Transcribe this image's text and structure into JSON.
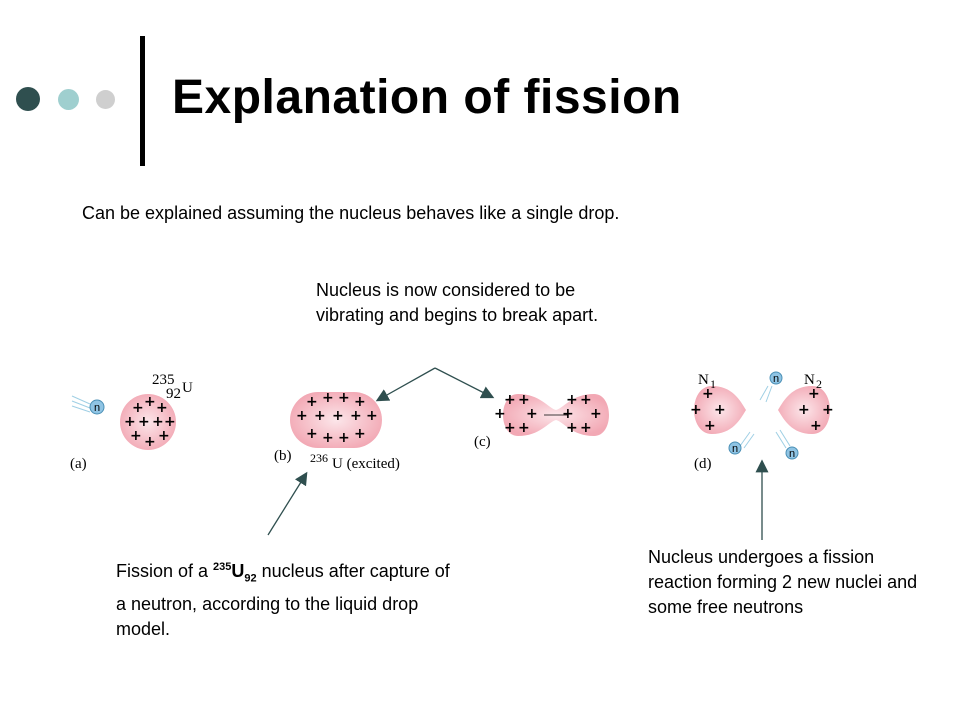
{
  "slide": {
    "title": "Explanation of fission",
    "subtitle": "Can be explained assuming the nucleus behaves like a single drop."
  },
  "callouts": {
    "top": "Nucleus is now considered to be vibrating and begins to break apart.",
    "left": {
      "prefix": "Fission of a ",
      "mass_number": "235",
      "symbol": "U",
      "atomic_number": "92",
      "suffix": " nucleus after capture of a neutron, according to the liquid drop model."
    },
    "right": "Nucleus undergoes a fission reaction forming 2 new nuclei and some free neutrons"
  },
  "diagram": {
    "panel_labels": [
      "(a)",
      "(b)",
      "(c)",
      "(d)"
    ],
    "neutron_symbol": "n",
    "charge_symbol": "+",
    "uranium": {
      "mass": "235",
      "atomic": "92",
      "symbol": "U"
    },
    "excited": {
      "mass": "236",
      "text": "U (excited)"
    },
    "products": {
      "n1": "N",
      "n1_sub": "1",
      "n2": "N",
      "n2_sub": "2"
    }
  },
  "colors": {
    "nucleus_fill": "#f2a8b4",
    "nucleus_center": "#fce6ea",
    "neutron_fill": "#8fc4e4",
    "arrow": "#2f4f4f"
  }
}
